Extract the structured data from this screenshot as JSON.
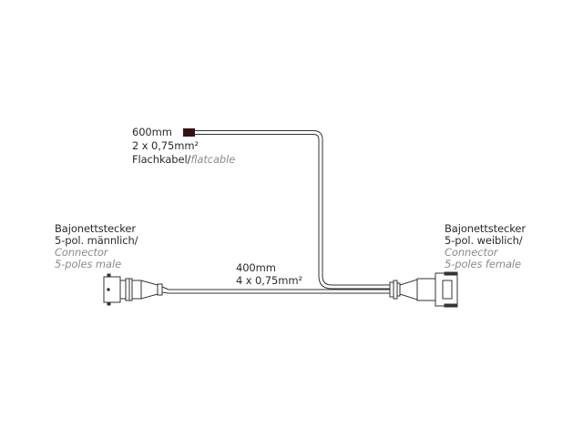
{
  "flatcable": {
    "length": "600mm",
    "cross_section": "2 x 0,75mm²",
    "type_de": "Flachkabel/",
    "type_en": "flatcable"
  },
  "main_cable": {
    "length": "400mm",
    "cross_section": "4 x 0,75mm²"
  },
  "connector_male": {
    "line1": "Bajonettstecker",
    "line2": "5-pol. männlich/",
    "line3": "Connector",
    "line4": "5-poles male"
  },
  "connector_female": {
    "line1": "Bajonettstecker",
    "line2": "5-pol. weiblich/",
    "line3": "Connector",
    "line4": "5-poles female"
  },
  "colors": {
    "line": "#333333",
    "flatcable_end": "#3a0f12",
    "italic_text": "#8a8a8a",
    "text": "#2a2a2a"
  }
}
